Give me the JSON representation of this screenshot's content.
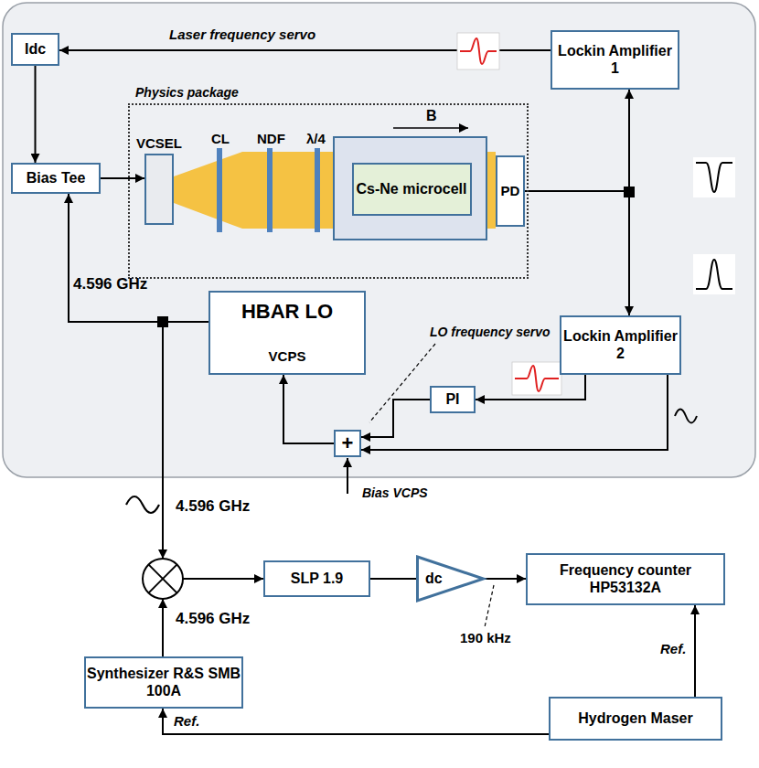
{
  "diagram": {
    "nodes": [
      {
        "text": [
          "Idc"
        ]
      },
      {
        "text": [
          "Lockin Amplifier 1"
        ]
      },
      {
        "text": [
          "Bias Tee"
        ]
      },
      {
        "text": [
          "Physics package"
        ]
      },
      {
        "text": [
          "VCSEL"
        ],
        "in": 3
      },
      {
        "text": [
          "Cs-Ne microcell"
        ],
        "in": 3
      },
      {
        "text": [
          "PD"
        ],
        "in": 3
      },
      {
        "text": [
          "HBAR LO",
          "VCPS"
        ]
      },
      {
        "text": [
          "Lockin Amplifier 2"
        ]
      },
      {
        "text": [
          "PI"
        ]
      },
      {
        "text": [
          "+"
        ]
      },
      {
        "text": [
          "SLP 1.9"
        ]
      },
      {
        "text": [
          "dc"
        ]
      },
      {
        "text": [
          "Frequency counter HP53132A"
        ]
      },
      {
        "text": [
          "Synthesizer R&S SMB 100A"
        ]
      },
      {
        "text": [
          "Hydrogen Maser"
        ]
      }
    ],
    "edges": [
      {
        "from": 1,
        "to": 0,
        "arrow": "to"
      },
      {
        "from": 0,
        "to": 2,
        "arrow": "to"
      },
      {
        "from": 2,
        "to": 4,
        "arrow": "to"
      },
      {
        "from": 6,
        "to": 1,
        "arrow": "to"
      },
      {
        "from": 6,
        "to": 8,
        "arrow": "to"
      },
      {
        "from": 7,
        "to": 2,
        "arrow": "to"
      },
      {
        "from": 8,
        "to": 9,
        "arrow": "to"
      },
      {
        "from": 9,
        "to": 10,
        "arrow": "to"
      },
      {
        "from": 8,
        "to": 10,
        "arrow": "to"
      },
      {
        "from": 10,
        "to": 7,
        "arrow": "to"
      },
      {
        "from": 11,
        "to": 12,
        "arrow": "none"
      },
      {
        "from": 12,
        "to": 13,
        "arrow": "to"
      },
      {
        "from": 15,
        "to": 13,
        "arrow": "to",
        "label": "Ref."
      },
      {
        "from": 15,
        "to": 14,
        "arrow": "to",
        "label": "Ref."
      }
    ],
    "labels": [
      "Laser frequency servo",
      "CL",
      "NDF",
      "λ/4",
      "B",
      "4.596 GHz",
      "LO frequency servo",
      "Bias VCPS",
      "4.596 GHz",
      "4.596 GHz",
      "190 kHz"
    ]
  }
}
